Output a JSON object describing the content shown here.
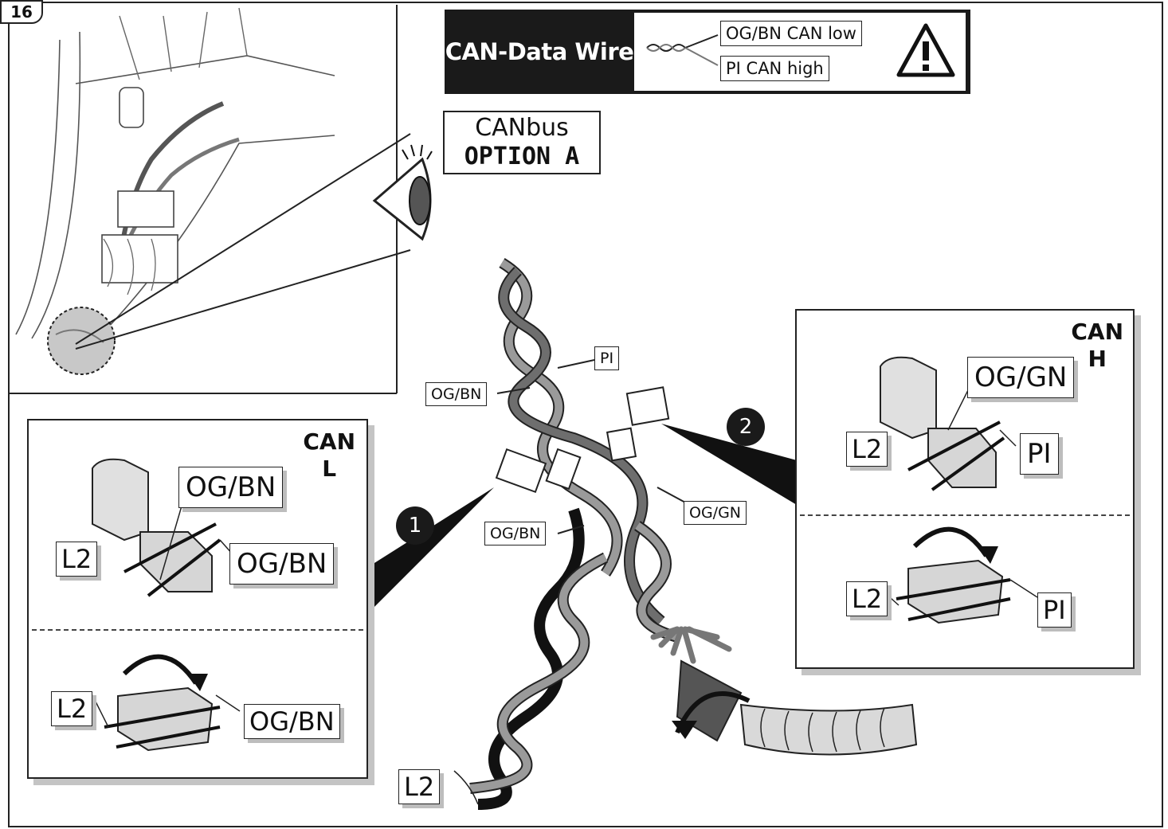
{
  "step_number": "16",
  "can_data_wire": {
    "title": "CAN-Data Wire",
    "low_label": "OG/BN CAN low",
    "high_label": "PI CAN high",
    "warning_icon": "warning-triangle-icon"
  },
  "canbus_option": {
    "line1": "CANbus",
    "line2": "OPTION A"
  },
  "center_labels": {
    "pi": "PI",
    "og_bn_top": "OG/BN",
    "og_bn_mid": "OG/BN",
    "og_gn": "OG/GN",
    "l2": "L2"
  },
  "callouts": {
    "one": "1",
    "two": "2"
  },
  "panel_can_l": {
    "title_line1": "CAN",
    "title_line2": "L",
    "top_wire_upper": "OG/BN",
    "top_wire_right": "OG/BN",
    "top_l2": "L2",
    "bottom_l2": "L2",
    "bottom_wire": "OG/BN"
  },
  "panel_can_h": {
    "title_line1": "CAN",
    "title_line2": "H",
    "top_wire_upper": "OG/GN",
    "top_wire_right": "PI",
    "top_l2": "L2",
    "bottom_l2": "L2",
    "bottom_wire": "PI"
  },
  "colors": {
    "wire_dark": "#1a1a1a",
    "wire_gray": "#9a9a9a",
    "wire_mid": "#6e6e6e",
    "shadow": "#c4c4c4"
  }
}
